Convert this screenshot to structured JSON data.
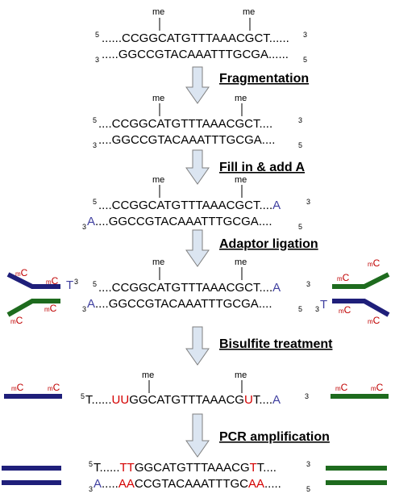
{
  "methyl_label": "me",
  "mC": {
    "m": "m",
    "c": "C"
  },
  "steps": [
    "Fragmentation",
    "Fill in & add A",
    "Adaptor ligation",
    "Bisulfite treatment",
    "PCR amplification"
  ],
  "ends": {
    "five": "5",
    "three": "3"
  },
  "overhang": {
    "A": "A",
    "T": "T"
  },
  "dots6": "......",
  "dots5": ".....",
  "dots4": "....",
  "top_seq": "CCGGCATGTTTAAACGCT",
  "bottom_seq": "GGCCGTACAAATTTGCGA",
  "bisulfite": {
    "lead": "......",
    "uu": "UU",
    "mid": "GGCATGTTTAAACG",
    "u": "U",
    "t": "T"
  },
  "pcr_top": {
    "lead": "......",
    "tt": "TT",
    "mid": "GGCATGTTTAAACG",
    "t1": "T",
    "t2": "T"
  },
  "pcr_bottom": {
    "lead": ".....",
    "aa1": "AA",
    "mid": "CCGTACAAATTTGC",
    "aa2": "AA"
  },
  "colors": {
    "blue": "#1f1f7a",
    "green": "#1e6b1e",
    "red": "#d40000",
    "mC": "#c00000",
    "arrow_fill": "#dbe5f1",
    "arrow_stroke": "#7f7f7f"
  }
}
